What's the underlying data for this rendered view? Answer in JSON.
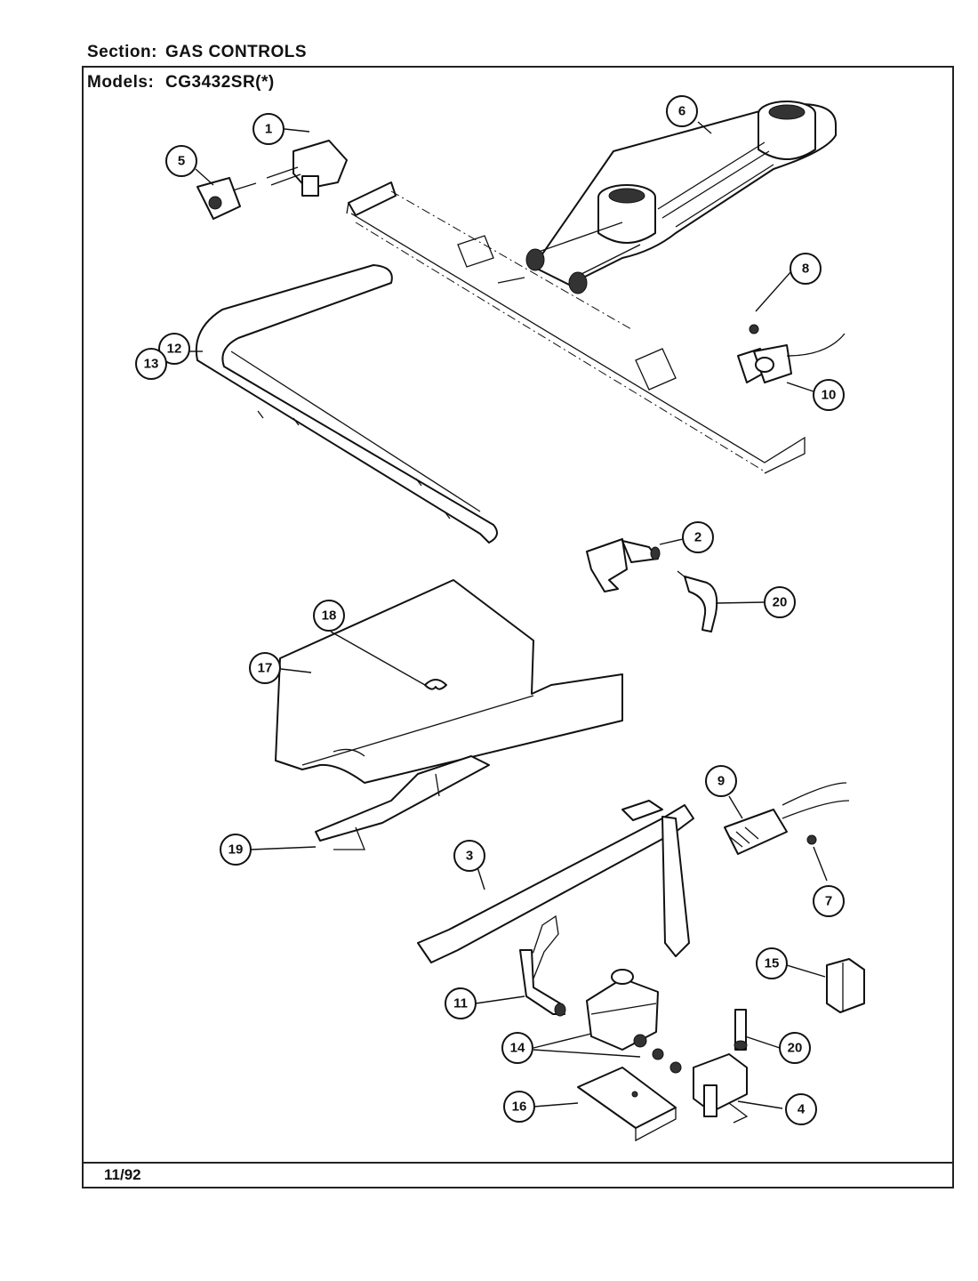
{
  "header": {
    "section_label": "Section:",
    "section_value": "GAS CONTROLS",
    "models_label": "Models:",
    "models_value": "CG3432SR(*)"
  },
  "footer": {
    "date": "11/92"
  },
  "callouts": {
    "c1": "1",
    "c2": "2",
    "c3": "3",
    "c4": "4",
    "c5": "5",
    "c6": "6",
    "c7": "7",
    "c8": "8",
    "c9": "9",
    "c10": "10",
    "c11": "11",
    "c12": "12",
    "c13": "13",
    "c14": "14",
    "c15": "15",
    "c16": "16",
    "c17": "17",
    "c18": "18",
    "c19": "19",
    "c20a": "20",
    "c20b": "20"
  }
}
